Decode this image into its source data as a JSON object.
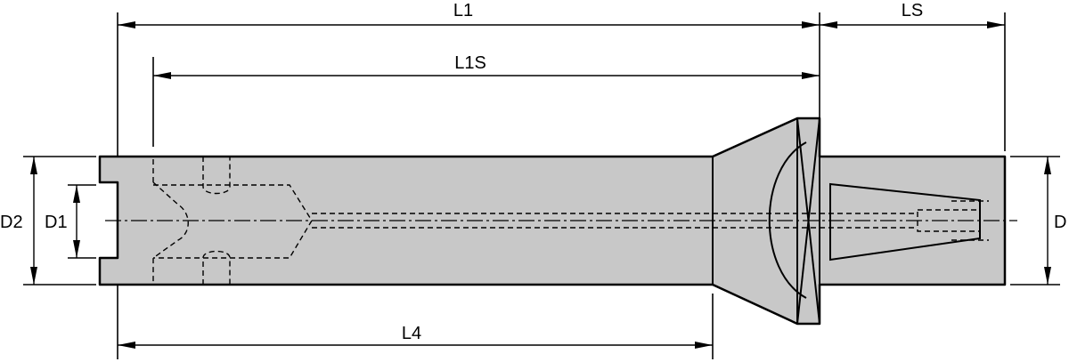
{
  "labels": {
    "L1": "L1",
    "LS": "LS",
    "L1S": "L1S",
    "L4": "L4",
    "D2": "D2",
    "D1": "D1",
    "D": "D"
  },
  "colors": {
    "body_fill": "#c8c8c8",
    "line": "#000000",
    "background": "#ffffff"
  }
}
